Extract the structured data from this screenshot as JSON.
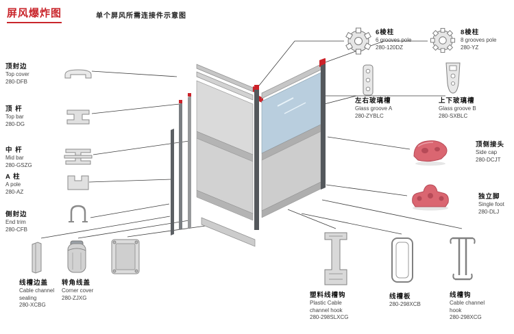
{
  "header": {
    "title": "屏风爆炸图",
    "subtitle": "单个屏风所需连接件示意图"
  },
  "colors": {
    "accent_red": "#cc2229",
    "glass_blue": "#b9cede",
    "panel_gray": "#d6d6d6",
    "connector_pink": "#da6671"
  },
  "parts": {
    "top_cover": {
      "cn": "顶封边",
      "en": "Top cover",
      "code": "280-DFB"
    },
    "top_bar": {
      "cn": "顶 杆",
      "en": "Top bar",
      "code": "280-DG"
    },
    "mid_bar": {
      "cn": "中 杆",
      "en": "Mid bar",
      "code": "280-GSZG"
    },
    "a_pole": {
      "cn": "A 柱",
      "en": "A pole",
      "code": "280-AZ"
    },
    "end_trim": {
      "cn": "侧封边",
      "en": "End trim",
      "code": "280-CFB"
    },
    "cable_channel_sealing": {
      "cn": "线槽边盖",
      "en": "Cable channel sealing",
      "code": "280-XCBG"
    },
    "corner_cover": {
      "cn": "转角线盖",
      "en": "Corner cover",
      "code": "280-ZJXG"
    },
    "six_grooves_pole": {
      "cn": "6棱柱",
      "en": "6 grooves pole",
      "code": "280-120DZ"
    },
    "eight_grooves_pole": {
      "cn": "8棱柱",
      "en": "8 grooves pole",
      "code": "280-YZ"
    },
    "glass_groove_a": {
      "cn": "左右玻璃槽",
      "en": "Glass groove A",
      "code": "280-ZYBLC"
    },
    "glass_groove_b": {
      "cn": "上下玻璃槽",
      "en": "Glass groove B",
      "code": "280-SXBLC"
    },
    "side_cap": {
      "cn": "顶侧接头",
      "en": "Side cap",
      "code": "280-DCJT"
    },
    "single_foot": {
      "cn": "独立脚",
      "en": "Single foot",
      "code": "280-DLJ"
    },
    "plastic_cable_hook": {
      "cn": "塑料线槽钩",
      "en": "Plastic Cable channel hook",
      "code": "280-298SLXCG"
    },
    "cable_channel_plate": {
      "cn": "线槽板",
      "code": "280-298XCB"
    },
    "cable_channel_hook": {
      "cn": "线槽钩",
      "en": "Cable channel hook",
      "code": "280-298XCG"
    }
  }
}
